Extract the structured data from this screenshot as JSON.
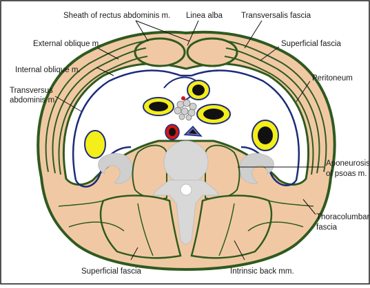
{
  "labels": {
    "sheath_rectus": "Sheath of rectus abdominis m.",
    "linea_alba": "Linea alba",
    "transversalis_fascia": "Transversalis fascia",
    "external_oblique": "External oblique m.",
    "superficial_fascia_top": "Superficial fascia",
    "internal_oblique": "Internal oblique m.",
    "peritoneum": "Peritoneum",
    "transversus_line1": "Transversus",
    "transversus_line2": "abdominis m.",
    "aponeurosis_line1": "Aponeurosis",
    "aponeurosis_line2": "of psoas m.",
    "thoracolumbar_line1": "Thoracolumbar",
    "thoracolumbar_line2": "fascia",
    "superficial_fascia_bottom": "Superficial fascia",
    "intrinsic_back": "Intrinsic back mm."
  },
  "colors": {
    "border": "#1a1a1a",
    "fascia": "#2f5a1f",
    "muscle": "#f0c9a4",
    "muscle_shade": "#e6b88f",
    "peritoneum": "#1c2b7a",
    "organ_yellow": "#f4ee1a",
    "organ_core": "#111111",
    "artery": "#d01818",
    "vein": "#6a6ab0",
    "bone": "#d8d8d8",
    "kidney": "#cfcfcf",
    "leader": "#111111"
  }
}
